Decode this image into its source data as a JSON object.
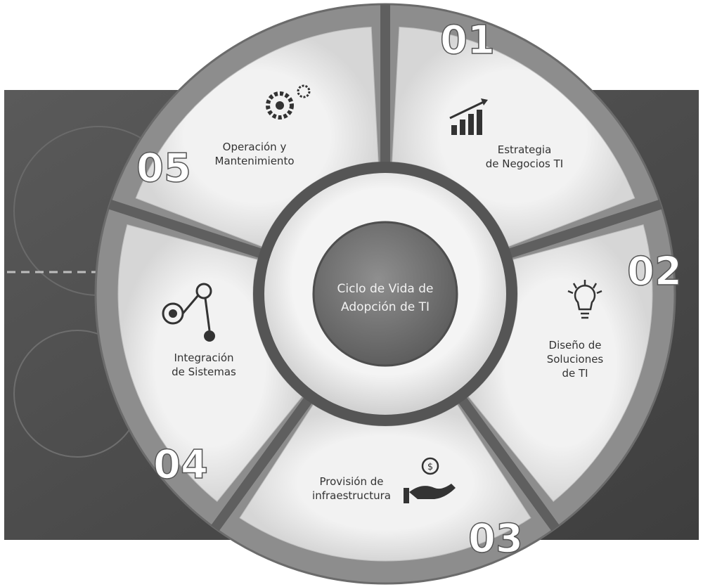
{
  "diagram": {
    "center_title_lines": [
      "Ciclo de Vida de",
      "Adopción de TI"
    ],
    "stages": [
      {
        "number": "01",
        "label_lines": [
          "Estrategia",
          "de Negocios TI"
        ],
        "icon": "bar-chart-trend-icon"
      },
      {
        "number": "02",
        "label_lines": [
          "Diseño de",
          "Soluciones",
          "de TI"
        ],
        "icon": "lightbulb-icon"
      },
      {
        "number": "03",
        "label_lines": [
          "Provisión de",
          "infraestructura"
        ],
        "icon": "hand-coin-icon"
      },
      {
        "number": "04",
        "label_lines": [
          "Integración",
          "de Sistemas"
        ],
        "icon": "network-nodes-icon"
      },
      {
        "number": "05",
        "label_lines": [
          "Operación y",
          "Mantenimiento"
        ],
        "icon": "gears-icon"
      }
    ]
  },
  "colors": {
    "background_dark": "#4a4a4a",
    "ring_outer": "#8d8d8d",
    "segment_fill": "#e6e6e6",
    "divider": "#5f5f5f",
    "inner_ring": "#555555",
    "center_circle": "#7a7a7a",
    "number_text": "#ffffff",
    "label_text": "#333333"
  }
}
